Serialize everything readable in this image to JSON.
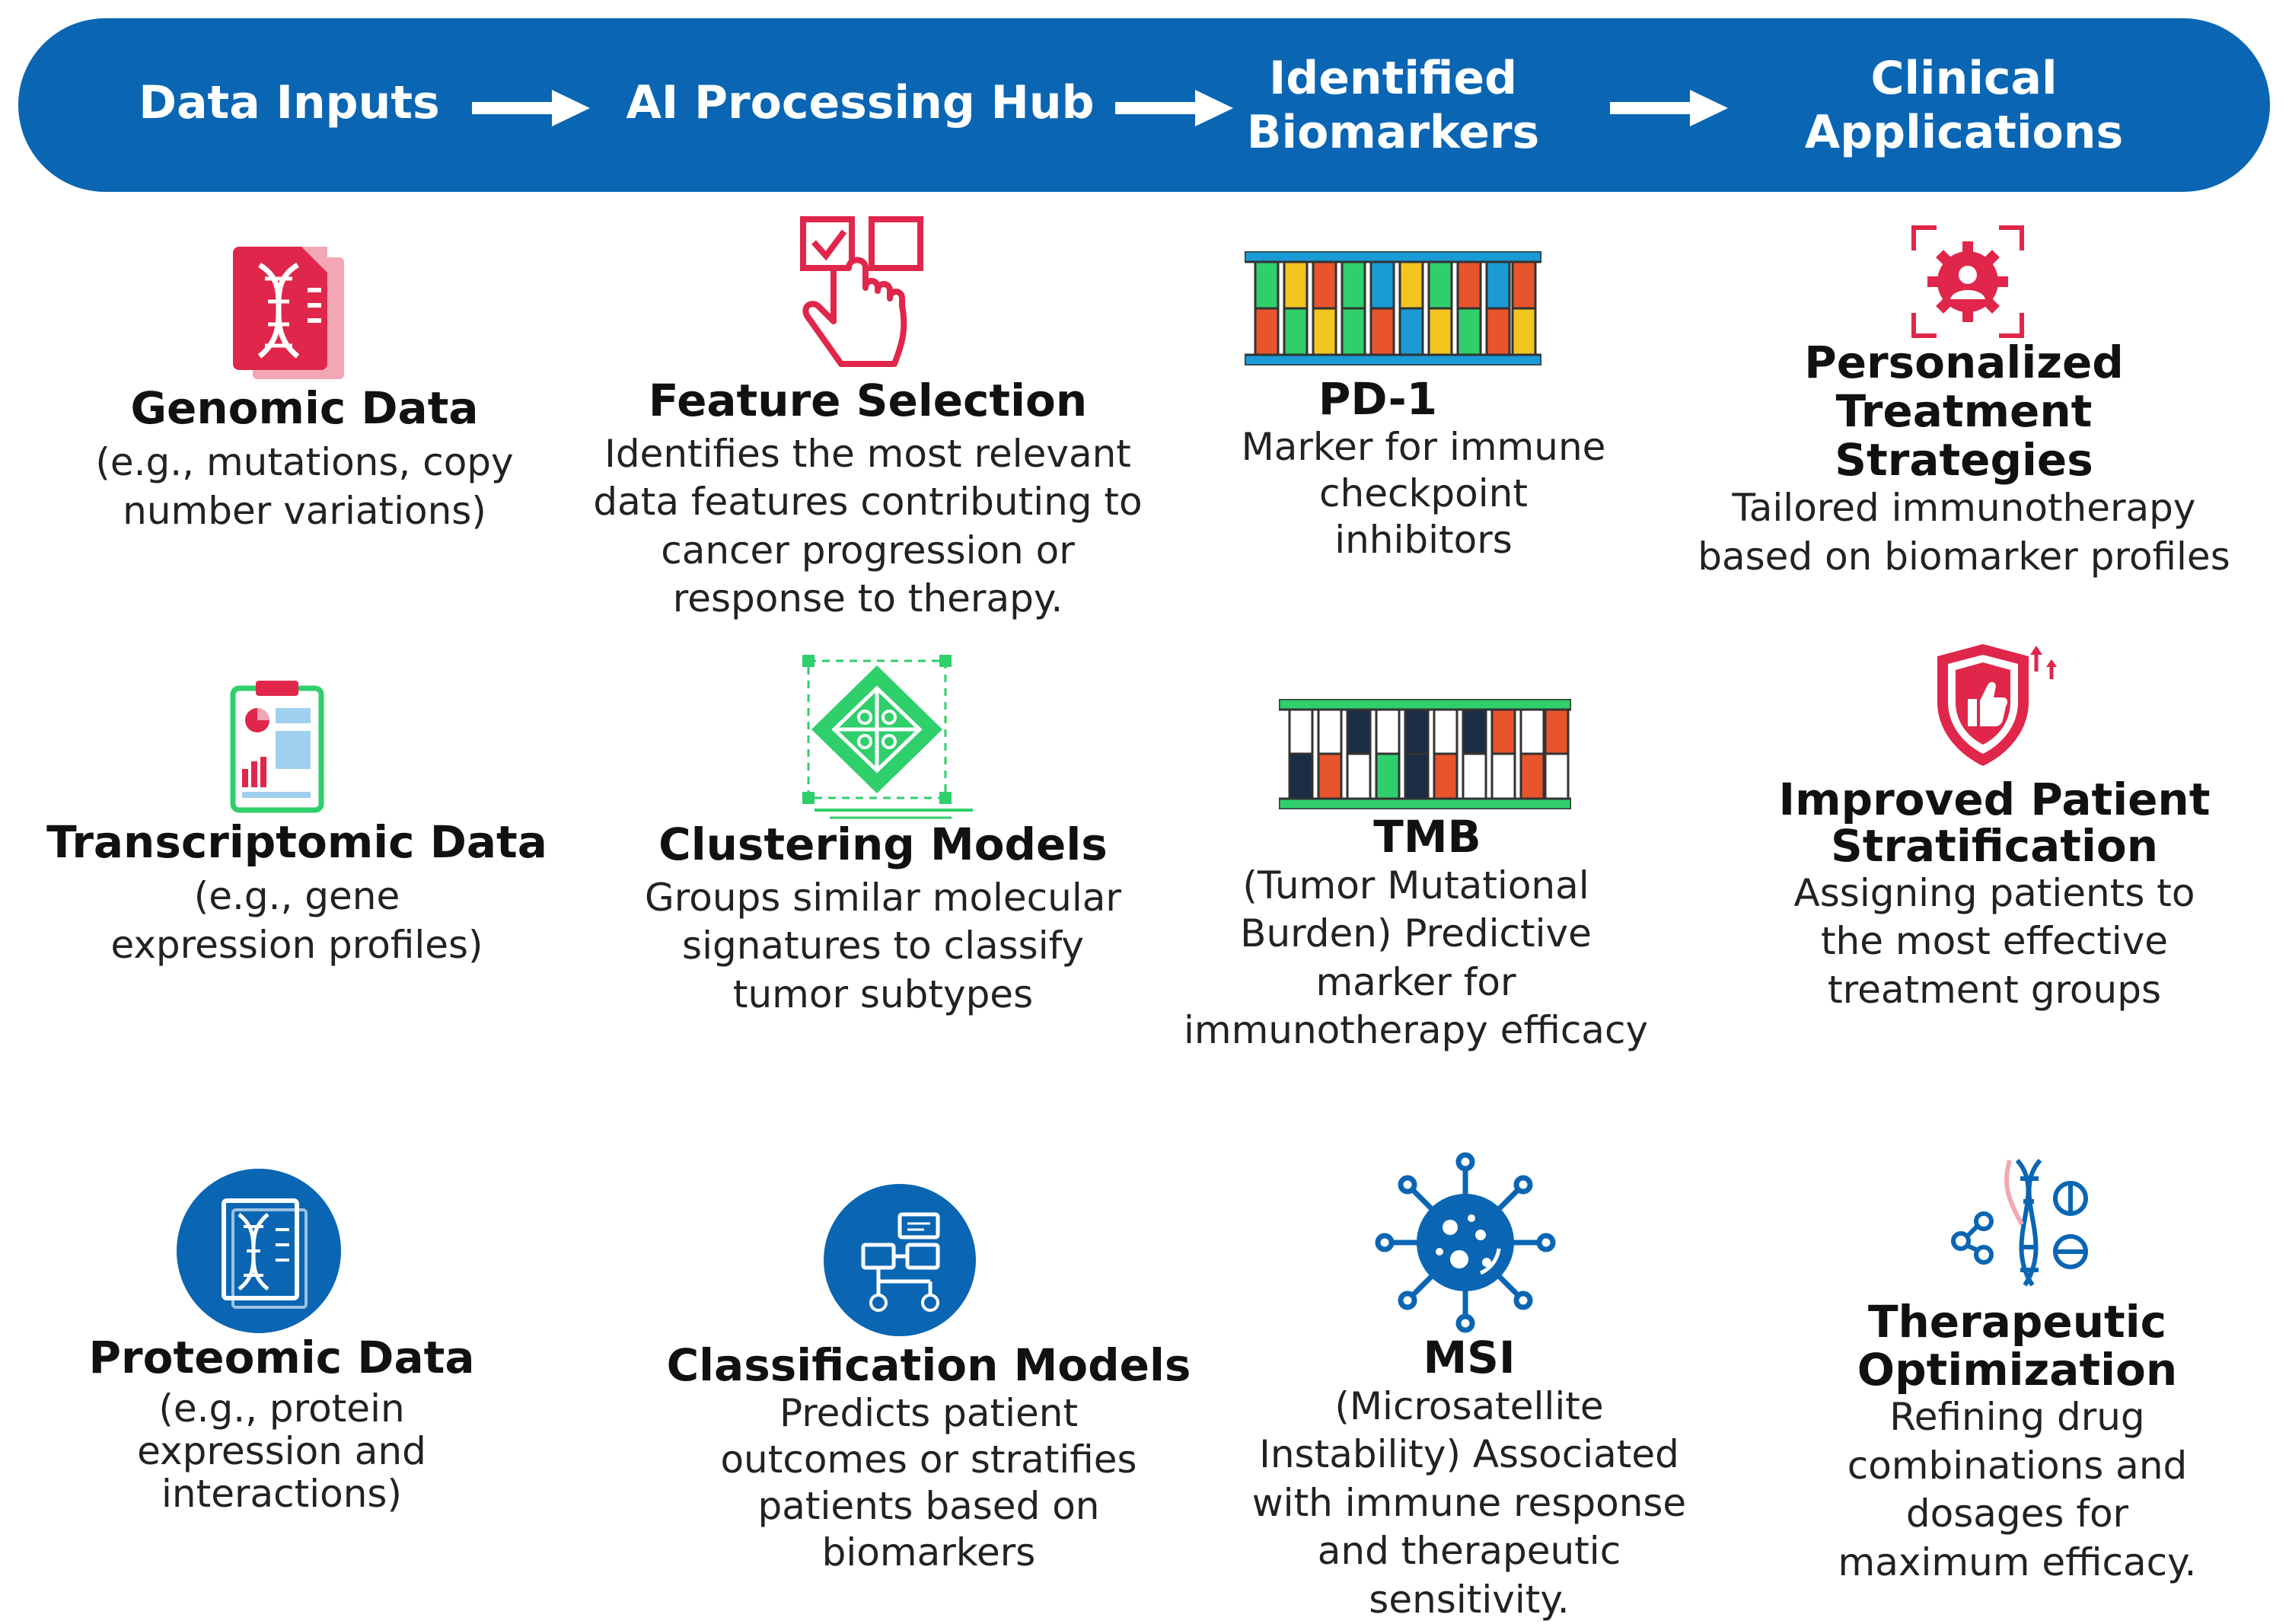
{
  "header": {
    "steps": [
      {
        "label": "Data Inputs"
      },
      {
        "label": "AI Processing Hub"
      },
      {
        "label": "Identified Biomarkers"
      },
      {
        "label": "Clinical Applications"
      }
    ]
  },
  "columns": {
    "data_inputs": [
      {
        "title": "Genomic Data",
        "desc": "(e.g., mutations, copy number variations)",
        "icon": "dna-document-icon"
      },
      {
        "title": "Transcriptomic Data",
        "desc": "(e.g., gene expression profiles)",
        "icon": "clipboard-chart-icon"
      },
      {
        "title": "Proteomic Data",
        "desc": "(e.g., protein expression and interactions)",
        "icon": "dna-report-icon"
      }
    ],
    "ai_hub": [
      {
        "title": "Feature Selection",
        "desc": "Identifies the most relevant data features contributing to cancer progression or response to therapy.",
        "icon": "hand-checkbox-icon"
      },
      {
        "title": "Clustering Models",
        "desc": "Groups similar molecular signatures to classify tumor subtypes",
        "icon": "diamond-cluster-icon"
      },
      {
        "title": "Classification Models",
        "desc": "Predicts patient outcomes or stratifies patients based on biomarkers",
        "icon": "flowchart-icon"
      }
    ],
    "biomarkers": [
      {
        "title": "PD-1",
        "desc": "Marker for immune checkpoint inhibitors",
        "icon": "dna-sequence-icon"
      },
      {
        "title": "TMB",
        "desc": "(Tumor Mutational Burden) Predictive marker for immunotherapy efficacy",
        "icon": "dna-sequence-green-icon"
      },
      {
        "title": "MSI",
        "desc": "(Microsatellite Instability) Associated with immune response and therapeutic sensitivity.",
        "icon": "virus-icon"
      }
    ],
    "clinical": [
      {
        "title": "Personalized Treatment Strategies",
        "desc": "Tailored immunotherapy based on biomarker profiles",
        "icon": "target-gear-icon"
      },
      {
        "title": "Improved Patient Stratification",
        "desc": "Assigning patients to the most effective treatment groups",
        "icon": "shield-thumbs-up-icon"
      },
      {
        "title": "Therapeutic Optimization",
        "desc": "Refining drug combinations and dosages for maximum efficacy.",
        "icon": "dna-pills-icon"
      }
    ]
  },
  "colors": {
    "banner": "#0a66b3",
    "accent_red": "#e0264a",
    "accent_green": "#2fcf6b",
    "accent_blue": "#0a66b3"
  },
  "chart_data": {
    "type": "table",
    "columns": [
      "Data Inputs",
      "AI Processing Hub",
      "Identified Biomarkers",
      "Clinical Applications"
    ]
  }
}
